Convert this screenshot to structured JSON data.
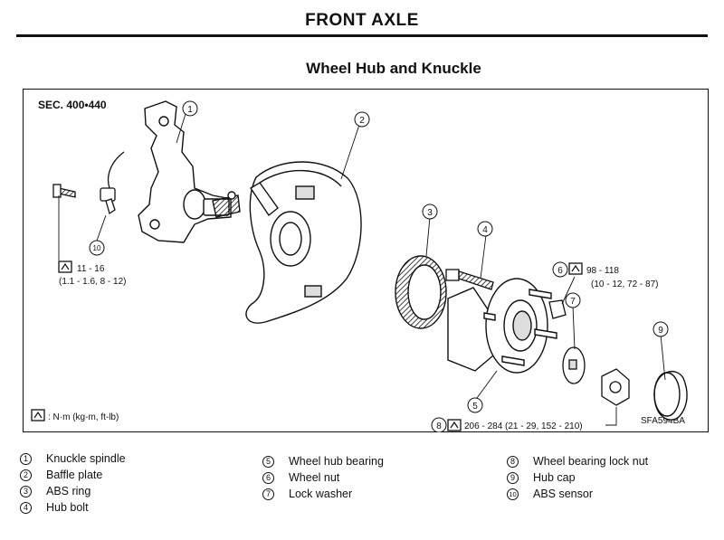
{
  "header": {
    "title": "FRONT AXLE"
  },
  "section": {
    "title": "Wheel Hub and Knuckle"
  },
  "diagram": {
    "section_ref": "SEC. 400•440",
    "figure_code": "SFA594BA",
    "torque_unit_note": ": N·m (kg-m, ft-lb)",
    "torque_sensor_1": "11 - 16",
    "torque_sensor_2": "(1.1 - 1.6, 8 - 12)",
    "torque_nut_1": "98 - 118",
    "torque_nut_2": "(10 - 12, 72 - 87)",
    "torque_lock_nut": "206 - 284 (21 - 29, 152 - 210)",
    "callouts": [
      "1",
      "2",
      "3",
      "4",
      "5",
      "6",
      "7",
      "8",
      "9",
      "10"
    ]
  },
  "legend": [
    {
      "num": "1",
      "label": "Knuckle spindle"
    },
    {
      "num": "2",
      "label": "Baffle plate"
    },
    {
      "num": "3",
      "label": "ABS ring"
    },
    {
      "num": "4",
      "label": "Hub bolt"
    },
    {
      "num": "5",
      "label": "Wheel hub bearing"
    },
    {
      "num": "6",
      "label": "Wheel nut"
    },
    {
      "num": "7",
      "label": "Lock washer"
    },
    {
      "num": "8",
      "label": "Wheel bearing lock nut"
    },
    {
      "num": "9",
      "label": "Hub cap"
    },
    {
      "num": "10",
      "label": "ABS sensor"
    }
  ]
}
